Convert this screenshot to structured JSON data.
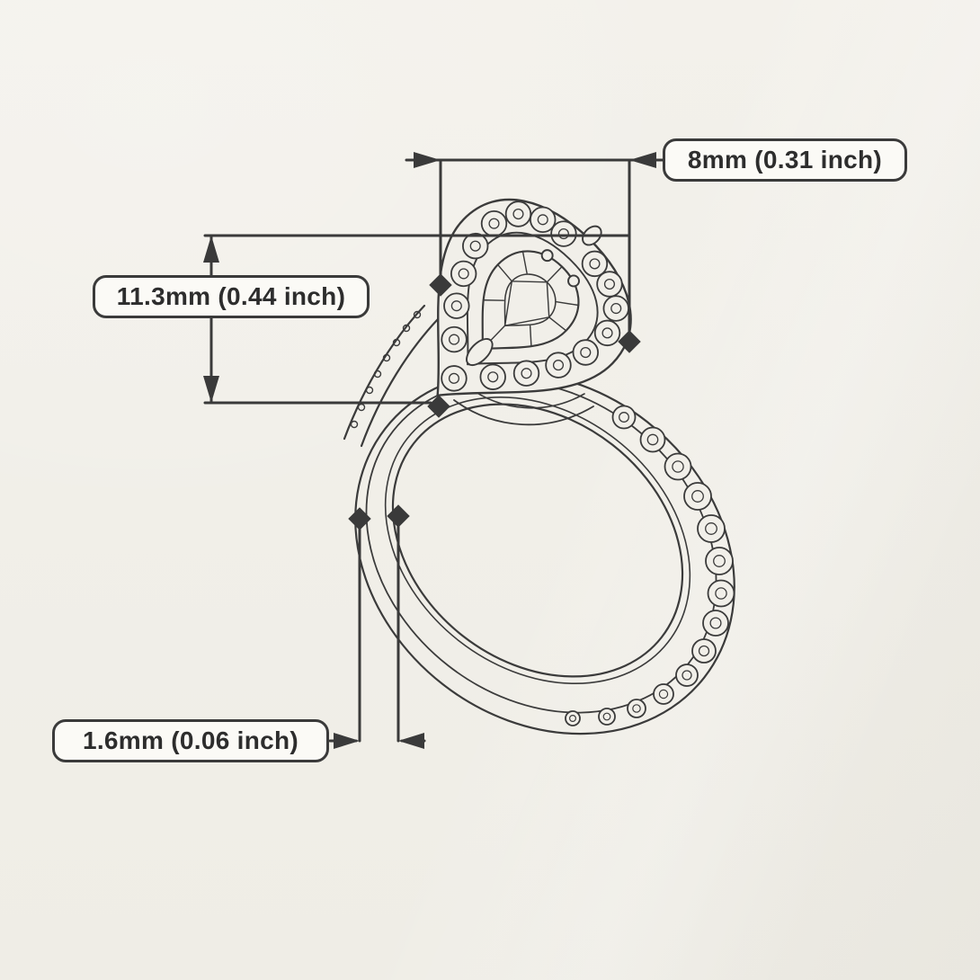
{
  "colors": {
    "line": "#3a3a3a",
    "background": "#f1efe9",
    "label_background": "#fbfaf6",
    "label_text": "#2d2d2d"
  },
  "annotations": {
    "head_width": "8mm (0.31 inch)",
    "head_height": "11.3mm (0.44 inch)",
    "band_width": "1.6mm (0.06 inch)"
  }
}
